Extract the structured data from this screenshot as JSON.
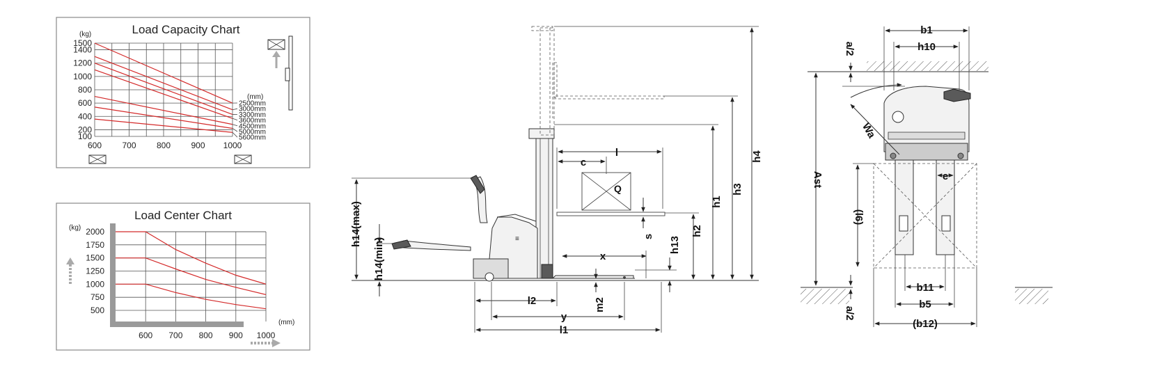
{
  "chart_data": [
    {
      "type": "line",
      "title": "Load Capacity Chart",
      "y_unit": "(kg)",
      "series_unit": "(mm)",
      "x": [
        600,
        1000
      ],
      "x_ticks": [
        600,
        700,
        800,
        900,
        1000
      ],
      "y_ticks": [
        100,
        200,
        400,
        600,
        800,
        1000,
        1200,
        1400,
        1500
      ],
      "ylim": [
        100,
        1500
      ],
      "xlim": [
        600,
        1000
      ],
      "grid": true,
      "series": [
        {
          "name": "2500mm",
          "values": [
            1500,
            600
          ]
        },
        {
          "name": "3000mm",
          "values": [
            1300,
            500
          ]
        },
        {
          "name": "3300mm",
          "values": [
            1200,
            430
          ]
        },
        {
          "name": "3600mm",
          "values": [
            1100,
            370
          ]
        },
        {
          "name": "4500mm",
          "values": [
            700,
            280
          ]
        },
        {
          "name": "5000mm",
          "values": [
            540,
            220
          ]
        },
        {
          "name": "5600mm",
          "values": [
            360,
            160
          ]
        }
      ]
    },
    {
      "type": "line",
      "title": "Load Center Chart",
      "y_unit": "(kg)",
      "x_unit": "(mm)",
      "x_ticks": [
        600,
        700,
        800,
        900,
        1000
      ],
      "y_ticks": [
        500,
        750,
        1000,
        1250,
        1500,
        1750,
        2000
      ],
      "ylim": [
        500,
        2000
      ],
      "xlim": [
        600,
        1000
      ],
      "grid": true,
      "series": [
        {
          "x": [
            500,
            600,
            700,
            800,
            900,
            1000
          ],
          "values": [
            2000,
            2000,
            1660,
            1400,
            1170,
            1000
          ]
        },
        {
          "x": [
            500,
            600,
            700,
            800,
            900,
            1000
          ],
          "values": [
            1500,
            1500,
            1290,
            1090,
            940,
            800
          ]
        },
        {
          "x": [
            500,
            600,
            700,
            800,
            900,
            1000
          ],
          "values": [
            1000,
            1000,
            840,
            710,
            610,
            530
          ]
        }
      ]
    }
  ],
  "side_view": {
    "labels": {
      "h4": "h4",
      "h3": "h3",
      "h1": "h1",
      "h2": "h2",
      "h13": "h13",
      "s": "s",
      "h14max": "h14(max)",
      "h14min": "h14(min)",
      "c": "c",
      "l": "l",
      "Q": "Q",
      "x": "x",
      "l2": "l2",
      "m2": "m2",
      "y": "y",
      "l1": "l1"
    }
  },
  "top_view": {
    "labels": {
      "b1": "b1",
      "h10": "h10",
      "a2top": "a/2",
      "a2bot": "a/2",
      "Wa": "Wa",
      "Ast": "Ast",
      "e": "e",
      "l6": "(l6)",
      "b11": "b11",
      "b5": "b5",
      "b12": "(b12)"
    }
  },
  "colors": {
    "curve": "#d42a2a",
    "frame": "#888888",
    "arrow": "#aaaaaa"
  }
}
